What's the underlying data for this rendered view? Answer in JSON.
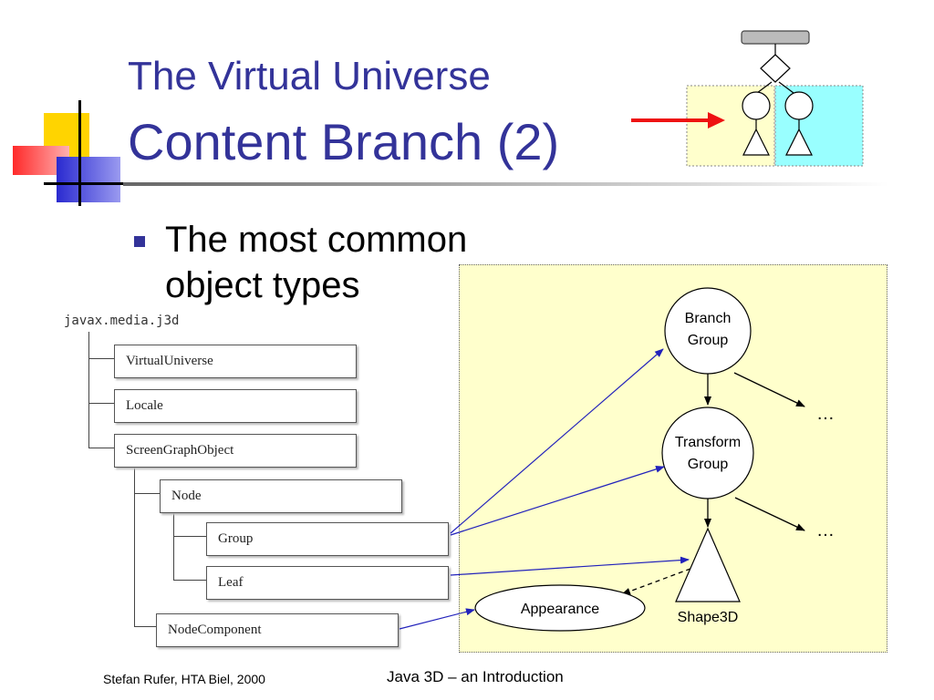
{
  "slide": {
    "title_line1": "The Virtual Universe",
    "title_line2": "Content Branch (2)",
    "bullet": "The most common object types"
  },
  "hierarchy": {
    "package": "javax.media.j3d",
    "classes": {
      "virtual_universe": "VirtualUniverse",
      "locale": "Locale",
      "scene_graph_object": "ScreenGraphObject",
      "node": "Node",
      "group": "Group",
      "leaf": "Leaf",
      "node_component": "NodeComponent"
    }
  },
  "diagram": {
    "branch_group": [
      "Branch",
      "Group"
    ],
    "transform_group": [
      "Transform",
      "Group"
    ],
    "shape3d": "Shape3D",
    "appearance": "Appearance",
    "ellipsis_1": "…",
    "ellipsis_2": "…"
  },
  "footer": {
    "author": "Stefan Rufer, HTA Biel, 2000",
    "course": "Java 3D – an Introduction"
  },
  "colors": {
    "title": "#333399",
    "panel": "#ffffcc",
    "cyan_panel": "#99ffff",
    "red_arrow": "#ee1111",
    "blue_arrow": "#2222bb"
  }
}
